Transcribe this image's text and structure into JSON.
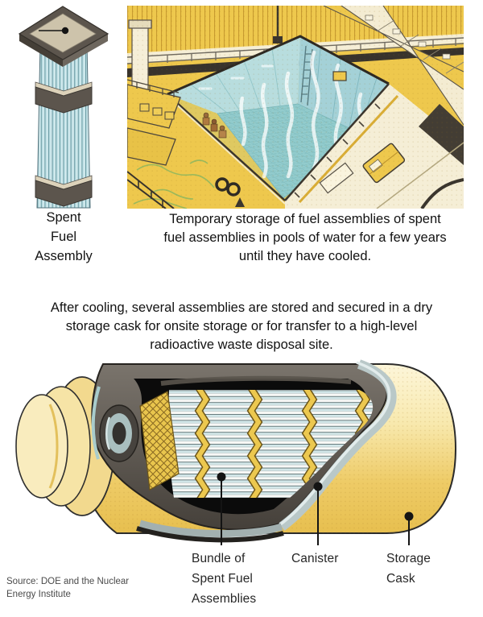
{
  "assembly": {
    "caption": "Spent\nFuel\nAssembly"
  },
  "pool": {
    "caption": "Temporary storage of fuel assemblies of spent\nfuel assemblies in pools of water for a few years\nuntil they have cooled."
  },
  "cask": {
    "intro": "After cooling, several assemblies are stored and secured in a dry\nstorage cask for onsite storage or for transfer to a high-level\nradioactive waste disposal site.",
    "labels": {
      "bundle": "Bundle of\nSpent Fuel\nAssemblies",
      "canister": "Canister",
      "storage_cask": "Storage\nCask"
    }
  },
  "source": {
    "text": "Source: DOE and the Nuclear\nEnergy Institute"
  },
  "palette": {
    "facility_yellow": "#eec84d",
    "pool_wall_teal": "#b8dcdf",
    "pool_floor_grid": "#93cbcb",
    "cask_yellow": "#f2d789",
    "canister_gray": "#55504a",
    "canister_silver": "#b9c8c8",
    "fuel_rod_teal": "#cfe6e8",
    "spacer_yellow": "#ecc84f",
    "band_brown": "#5c554d",
    "ink": "#161616"
  }
}
